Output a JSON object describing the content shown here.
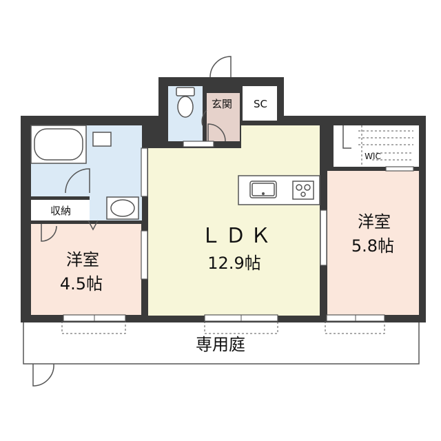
{
  "colors": {
    "wall": "#3a3a3a",
    "ldk_floor": "#f7f6d9",
    "bedroom_floor": "#fbe7dc",
    "wet_floor": "#dbeaf6",
    "entrance_floor": "#e6d2cb",
    "storage_floor": "#ffffff",
    "outline": "#555555"
  },
  "rooms": {
    "ldk": {
      "name": "ＬＤＫ",
      "size": "12.9帖"
    },
    "bedroom_left": {
      "name": "洋室",
      "size": "4.5帖"
    },
    "bedroom_right": {
      "name": "洋室",
      "size": "5.8帖"
    },
    "storage": {
      "name": "収納"
    },
    "entrance": {
      "name": "玄関"
    },
    "shoe_closet": {
      "name": "SC"
    },
    "walk_in_closet": {
      "name": "WIC"
    },
    "garden": {
      "name": "専用庭"
    }
  },
  "icons": [
    "toilet-icon",
    "bathtub-icon",
    "washbasin-icon",
    "sink-icon",
    "stove-icon",
    "door-swing-icon",
    "window-icon"
  ]
}
